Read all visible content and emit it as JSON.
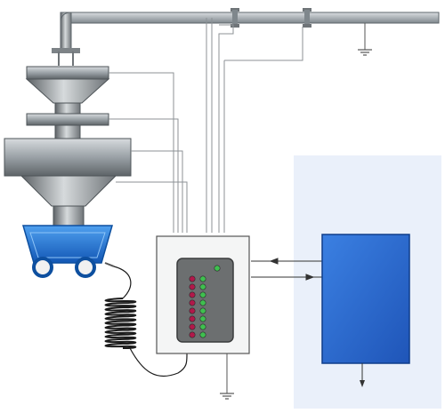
{
  "diagram": {
    "colors": {
      "background": "#ffffff",
      "panel_fill": "#eaf0fa",
      "pipe": "#9aa3a8",
      "pipe_edge": "#5e666b",
      "metal_dark": "#6f7478",
      "metal_light": "#c9ced1",
      "wire": "#8c9296",
      "cart": "#1e74d6",
      "cart_dark": "#0d4f9f",
      "device_fill": "#f4f5f5",
      "display_fill": "#6c6f70",
      "display_edge": "#3a3c3d",
      "led_red": "#b1184a",
      "led_green": "#3fbf4f",
      "controller_fill": "#2f6ed0",
      "controller_edge": "#0f3d8a",
      "spring": "#1b1b1b"
    },
    "icons": {
      "ground": "ground-symbol-icon",
      "arrow": "arrow-icon",
      "led": "indicator-led-icon",
      "wheel": "wheel-icon"
    },
    "led_grid": {
      "rows": 8,
      "left_column": [
        "red",
        "red",
        "red",
        "red",
        "red",
        "red",
        "red",
        "red"
      ],
      "right_column": [
        "green",
        "green",
        "green",
        "green",
        "green",
        "green",
        "green",
        "green"
      ],
      "status_led": "green"
    }
  }
}
